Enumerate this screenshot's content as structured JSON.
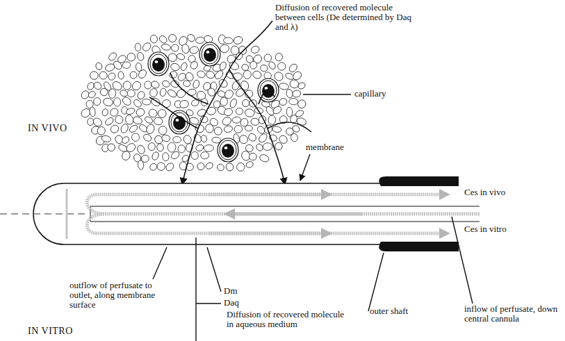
{
  "diagram": {
    "labels": [
      "Diffusion of recovered molecule between cells (De determined by Daq and λ)",
      "IN VIVO",
      "capillary",
      "membrane",
      "Ces in vivo",
      "Ces in vitro",
      "outflow of perfusate to outlet, along membrane surface",
      "Dm",
      "Daq",
      "outer shaft",
      "inflow of perfusate, down central cannula",
      "Diffusion of recovered molecule in aqueous medium",
      "IN VITRO"
    ]
  }
}
